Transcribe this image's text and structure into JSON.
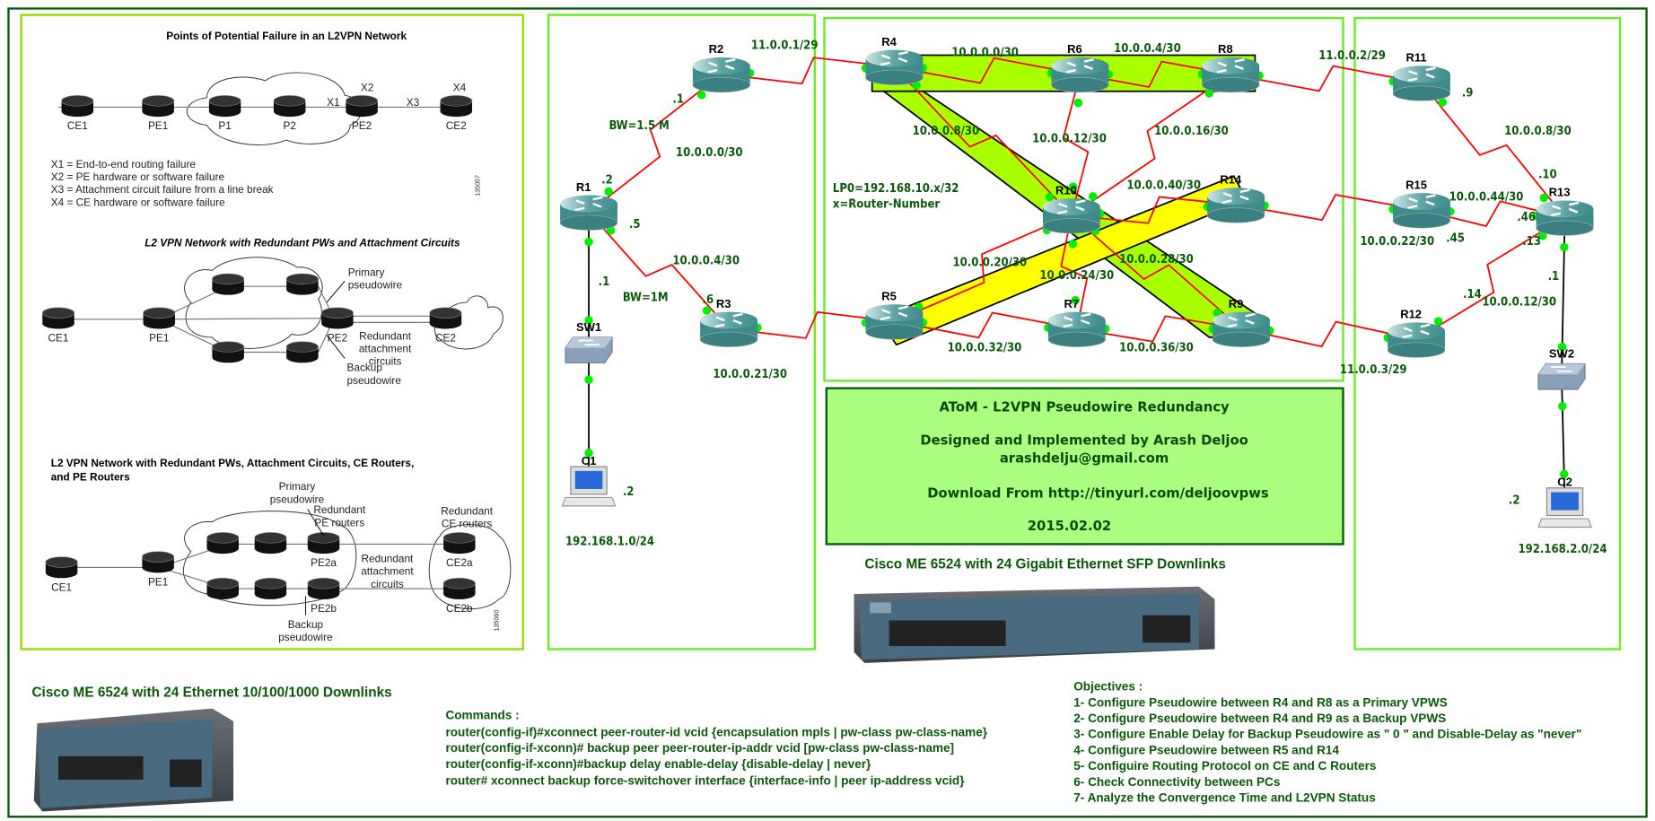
{
  "left_panel": {
    "fig1": {
      "title": "Points of Potential Failure in an L2VPN Network",
      "nodes": [
        "CE1",
        "PE1",
        "P1",
        "P2",
        "PE2",
        "CE2"
      ],
      "marks": [
        "X1",
        "X2",
        "X3",
        "X4"
      ],
      "legend": [
        "X1 = End-to-end routing failure",
        "X2 = PE hardware or software failure",
        "X3 = Attachment circuit failure from a line break",
        "X4 = CE hardware or software failure"
      ],
      "figure_id": "135057"
    },
    "fig2": {
      "title": "L2 VPN Network with Redundant PWs and Attachment Circuits",
      "nodes": [
        "CE1",
        "PE1",
        "PE2",
        "CE2"
      ],
      "primary": [
        "Primary",
        "pseudowire"
      ],
      "backup": [
        "Backup",
        "pseudowire"
      ],
      "redundant_ac": [
        "Redundant",
        "attachment",
        "circuits"
      ]
    },
    "fig3": {
      "title_lines": [
        "L2 VPN Network with Redundant PWs, Attachment Circuits, CE Routers,",
        "and PE Routers"
      ],
      "nodes": [
        "CE1",
        "PE1",
        "PE2a",
        "PE2b",
        "CE2a",
        "CE2b"
      ],
      "primary": [
        "Primary",
        "pseudowire"
      ],
      "redundant_pe": [
        "Redundant",
        "PE routers"
      ],
      "redundant_ce": [
        "Redundant",
        "CE routers"
      ],
      "redundant_ac": [
        "Redundant",
        "attachment",
        "circuits"
      ],
      "backup": [
        "Backup",
        "pseudowire"
      ],
      "figure_id": "135060"
    }
  },
  "topology": {
    "routers": [
      "R1",
      "R2",
      "R3",
      "R4",
      "R5",
      "R6",
      "R7",
      "R8",
      "R9",
      "R10",
      "R11",
      "R12",
      "R13",
      "R14",
      "R15"
    ],
    "switches": [
      "SW1",
      "SW2"
    ],
    "hosts": [
      "C1",
      "C2"
    ],
    "labels": {
      "r2_net": "11.0.0.1/29",
      "r2_if": ".1",
      "bw1": "BW=1.5 M",
      "net_r1r2": "10.0.0.0/30",
      "r1_if2": ".2",
      "r1_if5": ".5",
      "net_r1r3": "10.0.0.4/30",
      "r1_sw": ".1",
      "bw2": "BW=1M",
      "r3_if": ".6",
      "r3_net": "10.0.0.21/30",
      "c1_ip": ".2",
      "c1_net": "192.168.1.0/24",
      "net_r4r6": "10.0.0.0/30",
      "net_r6r8": "10.0.0.4/30",
      "r8_net": "11.0.0.2/29",
      "net_r4r10": "10.0.0.8/30",
      "net_r6r10": "10.0.0.12/30",
      "net_r8r10": "10.0.0.16/30",
      "loopback": "LP0=192.168.10.x/32",
      "loopback_note": "x=Router-Number",
      "net_r10r14": "10.0.0.40/30",
      "net_r5r10": "10.0.0.20/30",
      "net_r7r10": "10.0.0.24/30",
      "net_r9r10": "10.0.0.28/30",
      "net_r5r7": "10.0.0.32/30",
      "net_r7r9": "10.0.0.36/30",
      "r9_net": "11.0.0.3/29",
      "r11_if": ".9",
      "net_r11r13": "10.0.0.8/30",
      "r13_if10": ".10",
      "net_r15r13": "10.0.0.44/30",
      "r13_if46": ".46",
      "r15_net": "10.0.0.22/30",
      "r15_if45": ".45",
      "r13_if13": ".13",
      "r13_sw": ".1",
      "r12_if14": ".14",
      "net_r12r13": "10.0.0.12/30",
      "c2_ip": ".2",
      "c2_net": "192.168.2.0/24"
    }
  },
  "info_box": {
    "title": "AToM - L2VPN Pseudowire Redundancy",
    "author": "Designed and Implemented by Arash Deljoo",
    "email": "arashdelju@gmail.com",
    "download": "Download From http://tinyurl.com/deljoovpws",
    "date": "2015.02.02"
  },
  "devices": {
    "sfp_caption": "Cisco ME 6524 with 24 Gigabit Ethernet SFP Downlinks",
    "eth_caption": "Cisco ME 6524 with 24 Ethernet 10/100/1000 Downlinks"
  },
  "commands": {
    "heading": "Commands :",
    "lines": [
      "router(config-if)#xconnect peer-router-id vcid {encapsulation mpls | pw-class pw-class-name}",
      "router(config-if-xconn)# backup peer peer-router-ip-addr vcid [pw-class pw-class-name]",
      "router(config-if-xconn)#backup delay enable-delay {disable-delay | never}",
      "router# xconnect backup force-switchover interface {interface-info | peer ip-address vcid}"
    ]
  },
  "objectives": {
    "heading": "Objectives :",
    "items": [
      "1- Configure Pseudowire between R4 and R8 as a Primary VPWS",
      "2- Configure Pseudowire between R4 and R9 as a Backup VPWS",
      "3- Configure Enable Delay for Backup Pseudowire as \" 0 \" and Disable-Delay as \"never\"",
      "4- Configure Pseudowire between R5 and R14",
      "5- Configuire Routing Protocol on CE and C Routers",
      "6- Check Connectivity between PCs",
      "7- Analyze the Convergence Time and L2VPN  Status"
    ]
  },
  "colors": {
    "frame": "#0a5a0a",
    "panel_border": "#66ee22",
    "serial_link": "#ff0000",
    "port_dot": "#00ee00",
    "primary_band": "#aaff00",
    "backup_band": "#ffff00",
    "info_fill": "#aaff80",
    "router": "#3f8a8a"
  }
}
